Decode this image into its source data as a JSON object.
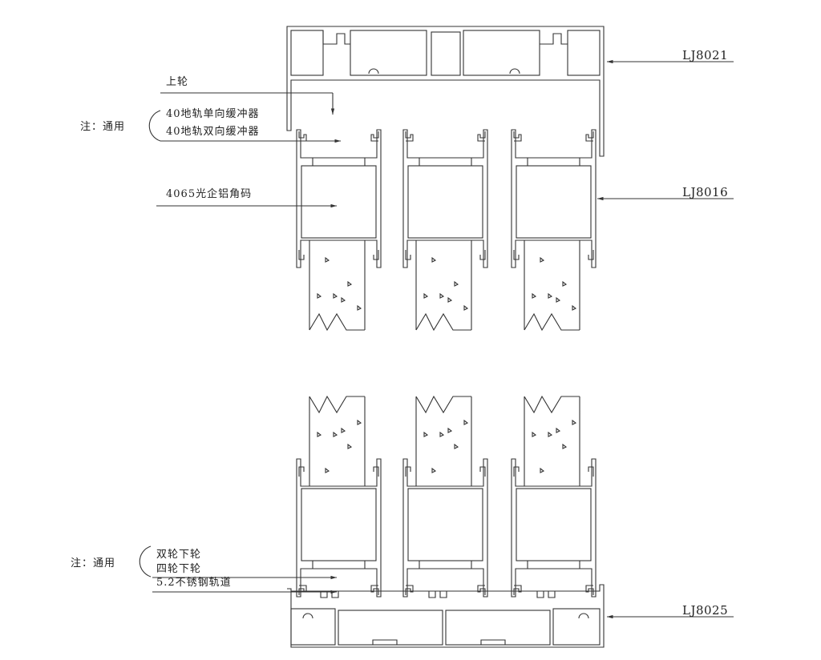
{
  "top_section": {
    "frame_code": "LJ8021",
    "sash_code": "LJ8016",
    "note_prefix": "注：通用",
    "labels": {
      "upper_wheel": "上轮",
      "single_buffer": "40地轨单向缓冲器",
      "double_buffer": "40地轨双向缓冲器",
      "corner_connector": "4065光企铝角码"
    }
  },
  "bottom_section": {
    "frame_code": "LJ8025",
    "note_prefix": "注：通用",
    "labels": {
      "double_wheel": "双轮下轮",
      "four_wheel": "四轮下轮",
      "track": "5.2不锈钢轨道"
    }
  },
  "colors": {
    "line": "#333333",
    "text": "#222222"
  }
}
